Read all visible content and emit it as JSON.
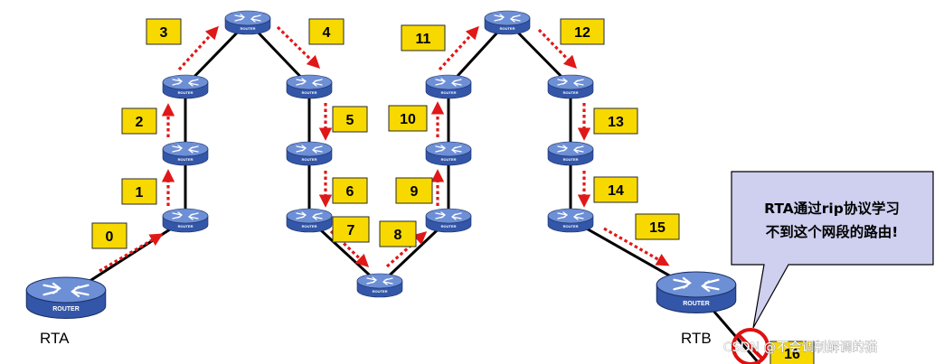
{
  "routers": {
    "rta_name": "RTA",
    "rtb_name": "RTB",
    "icon_label": "ROUTER"
  },
  "hops": [
    "0",
    "1",
    "2",
    "3",
    "4",
    "5",
    "6",
    "7",
    "8",
    "9",
    "10",
    "11",
    "12",
    "13",
    "14",
    "15",
    "16"
  ],
  "callout": {
    "line1": "RTA通过rip协议学习",
    "line2": "不到这个网段的路由!"
  },
  "watermark": "CSDN @不会调制解调的猫",
  "colors": {
    "router_body": "#3356a8",
    "router_top": "#6d8fd6",
    "link_line": "#000000",
    "arrow": "#e01818",
    "hop_box": "#f7d900",
    "callout_fill": "#cfcff0",
    "prohibit": "#dd1111"
  }
}
